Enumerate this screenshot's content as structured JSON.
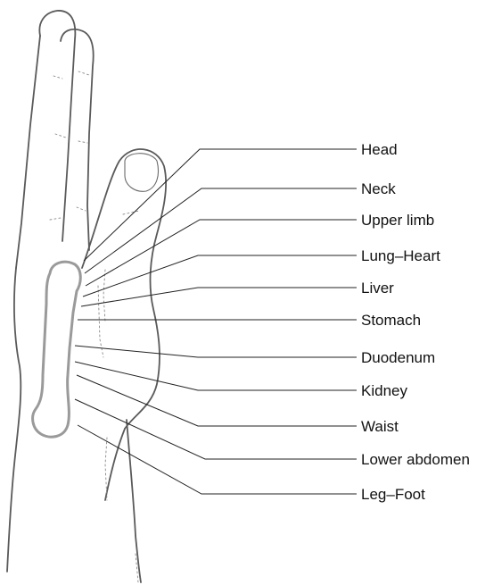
{
  "diagram": {
    "subject": "second metacarpal acupressure points on hand",
    "labels": [
      "Head",
      "Neck",
      "Upper limb",
      "Lung–Heart",
      "Liver",
      "Stomach",
      "Duodenum",
      "Kidney",
      "Waist",
      "Lower abdomen",
      "Leg–Foot"
    ]
  }
}
